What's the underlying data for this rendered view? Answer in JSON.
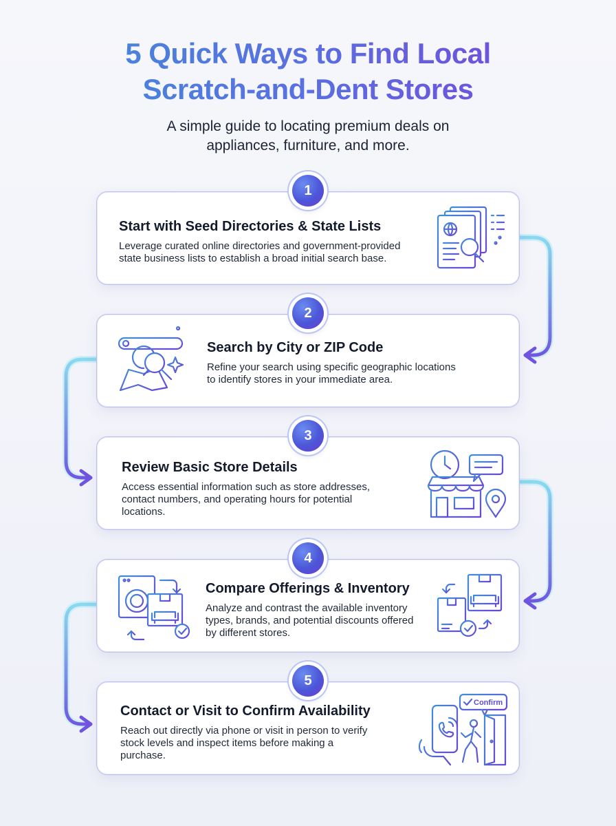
{
  "title": {
    "line1": "5 Quick Ways to Find Local",
    "line2": "Scratch-and-Dent Stores"
  },
  "subtitle": {
    "line1": "A simple guide to locating premium deals on",
    "line2": "appliances, furniture, and more."
  },
  "steps": [
    {
      "number": "1",
      "title": "Start with Seed Directories & State Lists",
      "desc": [
        "Leverage curated online directories and government-provided",
        "state business lists to establish a broad initial search base."
      ],
      "icon": "document-globe-search-icon"
    },
    {
      "number": "2",
      "title": "Search by City or ZIP Code",
      "desc": [
        "Refine your search using specific geographic locations",
        "to identify stores in your immediate area."
      ],
      "icon": "map-search-icon"
    },
    {
      "number": "3",
      "title": "Review Basic Store Details",
      "desc": [
        "Access essential information such as store addresses,",
        "contact numbers, and operating hours for potential",
        "locations."
      ],
      "icon": "storefront-clock-icon"
    },
    {
      "number": "4",
      "title": "Compare Offerings & Inventory",
      "desc": [
        "Analyze and contrast the available inventory",
        "types, brands, and potential discounts offered",
        "by different stores."
      ],
      "icon": "inventory-compare-icon"
    },
    {
      "number": "5",
      "title": "Contact or Visit to Confirm Availability",
      "desc": [
        "Reach out directly via phone or visit in person to verify",
        "stock levels and inspect items before making a",
        "purchase."
      ],
      "icon": "phone-visit-icon",
      "confirm_label": "Confirm"
    }
  ],
  "colors": {
    "accent_blue": "#3f8fd8",
    "accent_purple": "#7c3fd8",
    "connector_cyan": "#7fd6ee",
    "connector_violet": "#7a62e0"
  }
}
